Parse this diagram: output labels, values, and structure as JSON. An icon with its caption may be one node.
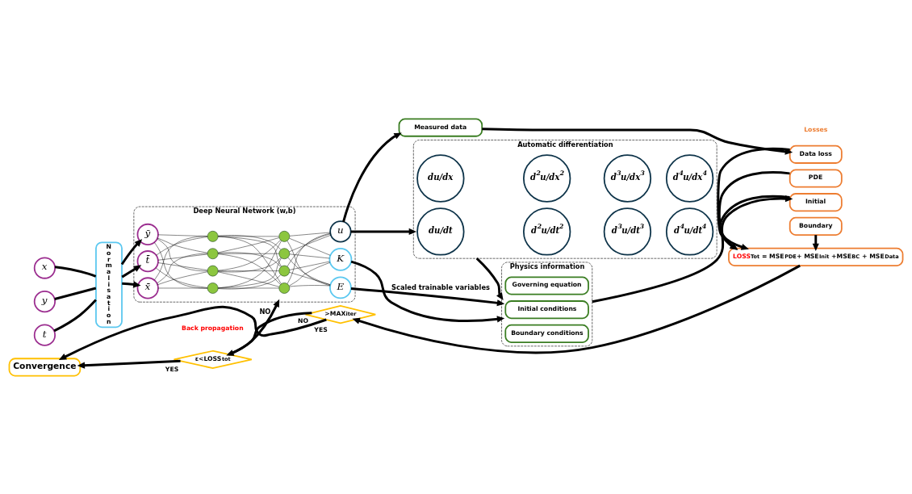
{
  "diagram": {
    "nodes": [
      {
        "text": [
          "x"
        ]
      },
      {
        "text": [
          "y"
        ]
      },
      {
        "text": [
          "t"
        ]
      },
      {
        "text": [
          "Normalisation"
        ]
      },
      {
        "text": [
          "Deep Neural Network (w,b)"
        ]
      },
      {
        "text": [
          "x̄"
        ],
        "in": 4
      },
      {
        "text": [
          "ȳ"
        ],
        "in": 4
      },
      {
        "text": [
          "t̄"
        ],
        "in": 4
      },
      {
        "text": [],
        "shape": "circle",
        "in": 4
      },
      {
        "text": [],
        "shape": "circle",
        "in": 4
      },
      {
        "text": [],
        "shape": "circle",
        "in": 4
      },
      {
        "text": [],
        "shape": "circle",
        "in": 4
      },
      {
        "text": [],
        "shape": "circle",
        "in": 4
      },
      {
        "text": [],
        "shape": "circle",
        "in": 4
      },
      {
        "text": [],
        "shape": "circle",
        "in": 4
      },
      {
        "text": [],
        "shape": "circle",
        "in": 4
      },
      {
        "text": [
          "E"
        ],
        "in": 4
      },
      {
        "text": [
          "K"
        ],
        "in": 4
      },
      {
        "text": [
          "u"
        ],
        "in": 4
      },
      {
        "text": [
          "Physics information"
        ]
      },
      {
        "text": [
          "Governing equation"
        ],
        "in": 19
      },
      {
        "text": [
          "Initial conditions"
        ],
        "in": 19
      },
      {
        "text": [
          "Boundary conditions"
        ],
        "in": 19
      },
      {
        "text": [
          "Automatic differentiation"
        ]
      },
      {
        "text": [
          "du/dx"
        ],
        "in": 23
      },
      {
        "text": [
          "d$^{2}$u/dx$^{2}$"
        ],
        "in": 23
      },
      {
        "text": [
          "d$^{3}$u/dx$^{3}$"
        ],
        "in": 23
      },
      {
        "text": [
          "d$^{4}$u/dx$^{4}$"
        ],
        "in": 23
      },
      {
        "text": [
          "du/dt"
        ],
        "in": 23
      },
      {
        "text": [
          "d$^{2}$u/dt$^{2}$"
        ],
        "in": 23
      },
      {
        "text": [
          "d$^{3}$u/dt$^{3}$"
        ],
        "in": 23
      },
      {
        "text": [
          "d$^{4}$u/dt$^{4}$"
        ],
        "in": 23
      },
      {
        "text": [
          "PDE"
        ]
      },
      {
        "text": [
          "Initial"
        ]
      },
      {
        "text": [
          "Boundary"
        ]
      },
      {
        "text": [
          "Measured data"
        ]
      },
      {
        "text": [
          "Data loss"
        ]
      },
      {
        "text": [
          "LOSS$_{Tot}$ = MSE$_{PDE}$+ MSE$_{Init}$ +MSE$_{BC}$ + MSE$_{Data}$"
        ]
      },
      {
        "text": [
          ">MAX$_{iter}$"
        ]
      },
      {
        "text": [
          "ε<LOSS$_{tot}$"
        ]
      },
      {
        "text": [
          "Convergence"
        ]
      }
    ],
    "edges": [
      {
        "from": 0,
        "to": 3,
        "arrow": "none",
        "style": "thick"
      },
      {
        "from": 1,
        "to": 3,
        "arrow": "none",
        "style": "thick"
      },
      {
        "from": 2,
        "to": 3,
        "arrow": "none",
        "style": "thick"
      },
      {
        "from": 3,
        "to": 5,
        "arrow": "to",
        "style": "thick"
      },
      {
        "from": 3,
        "to": 6,
        "arrow": "to",
        "style": "thick"
      },
      {
        "from": 3,
        "to": 7,
        "arrow": "to",
        "style": "thick"
      },
      {
        "from": 5,
        "to": 8,
        "arrow": "none"
      },
      {
        "from": 5,
        "to": 9,
        "arrow": "none"
      },
      {
        "from": 5,
        "to": 10,
        "arrow": "none"
      },
      {
        "from": 5,
        "to": 11,
        "arrow": "none"
      },
      {
        "from": 6,
        "to": 8,
        "arrow": "none"
      },
      {
        "from": 6,
        "to": 9,
        "arrow": "none"
      },
      {
        "from": 6,
        "to": 10,
        "arrow": "none"
      },
      {
        "from": 6,
        "to": 11,
        "arrow": "none"
      },
      {
        "from": 7,
        "to": 8,
        "arrow": "none"
      },
      {
        "from": 7,
        "to": 9,
        "arrow": "none"
      },
      {
        "from": 7,
        "to": 10,
        "arrow": "none"
      },
      {
        "from": 7,
        "to": 11,
        "arrow": "none"
      },
      {
        "from": 8,
        "to": 12,
        "arrow": "none"
      },
      {
        "from": 8,
        "to": 13,
        "arrow": "none"
      },
      {
        "from": 8,
        "to": 14,
        "arrow": "none"
      },
      {
        "from": 8,
        "to": 15,
        "arrow": "none"
      },
      {
        "from": 9,
        "to": 12,
        "arrow": "none"
      },
      {
        "from": 9,
        "to": 13,
        "arrow": "none"
      },
      {
        "from": 9,
        "to": 14,
        "arrow": "none"
      },
      {
        "from": 9,
        "to": 15,
        "arrow": "none"
      },
      {
        "from": 10,
        "to": 12,
        "arrow": "none"
      },
      {
        "from": 10,
        "to": 13,
        "arrow": "none"
      },
      {
        "from": 10,
        "to": 14,
        "arrow": "none"
      },
      {
        "from": 10,
        "to": 15,
        "arrow": "none"
      },
      {
        "from": 11,
        "to": 12,
        "arrow": "none"
      },
      {
        "from": 11,
        "to": 13,
        "arrow": "none"
      },
      {
        "from": 11,
        "to": 14,
        "arrow": "none"
      },
      {
        "from": 11,
        "to": 15,
        "arrow": "none"
      },
      {
        "from": 12,
        "to": 16,
        "arrow": "none"
      },
      {
        "from": 12,
        "to": 17,
        "arrow": "none"
      },
      {
        "from": 12,
        "to": 18,
        "arrow": "none"
      },
      {
        "from": 13,
        "to": 16,
        "arrow": "none"
      },
      {
        "from": 13,
        "to": 17,
        "arrow": "none"
      },
      {
        "from": 13,
        "to": 18,
        "arrow": "none"
      },
      {
        "from": 14,
        "to": 16,
        "arrow": "none"
      },
      {
        "from": 14,
        "to": 17,
        "arrow": "none"
      },
      {
        "from": 14,
        "to": 18,
        "arrow": "none"
      },
      {
        "from": 15,
        "to": 16,
        "arrow": "none"
      },
      {
        "from": 15,
        "to": 17,
        "arrow": "none"
      },
      {
        "from": 15,
        "to": 18,
        "arrow": "none"
      },
      {
        "from": 16,
        "to": 19,
        "arrow": "to",
        "style": "thick",
        "label": "Scaled trainable variables"
      },
      {
        "from": 17,
        "to": 19,
        "arrow": "to",
        "style": "thick"
      },
      {
        "from": 18,
        "to": 23,
        "arrow": "to",
        "style": "thick"
      },
      {
        "from": 18,
        "to": 35,
        "arrow": "to",
        "style": "thick"
      },
      {
        "from": 23,
        "to": 19,
        "arrow": "to",
        "style": "thick"
      },
      {
        "from": 19,
        "to": 33,
        "arrow": "to",
        "style": "thick"
      },
      {
        "from": 35,
        "to": 36,
        "arrow": "to",
        "style": "thick"
      },
      {
        "from": 32,
        "to": 37,
        "arrow": "to",
        "style": "thick"
      },
      {
        "from": 33,
        "to": 37,
        "arrow": "to",
        "style": "thick"
      },
      {
        "from": 34,
        "to": 37,
        "arrow": "to",
        "style": "thick"
      },
      {
        "from": 36,
        "to": 37,
        "arrow": "to",
        "style": "thick"
      },
      {
        "from": 37,
        "to": 38,
        "arrow": "to",
        "style": "thick"
      },
      {
        "from": 38,
        "to": 39,
        "arrow": "to",
        "style": "thick",
        "label": "NO"
      },
      {
        "from": 39,
        "to": 4,
        "arrow": "to",
        "style": "thick",
        "label": "NO"
      },
      {
        "from": 39,
        "to": 40,
        "arrow": "to",
        "style": "thick",
        "label": "YES"
      },
      {
        "from": 38,
        "to": 40,
        "arrow": "to",
        "style": "thick",
        "label": "YES"
      }
    ],
    "labels": [
      "Losses",
      "Back propagation"
    ]
  }
}
